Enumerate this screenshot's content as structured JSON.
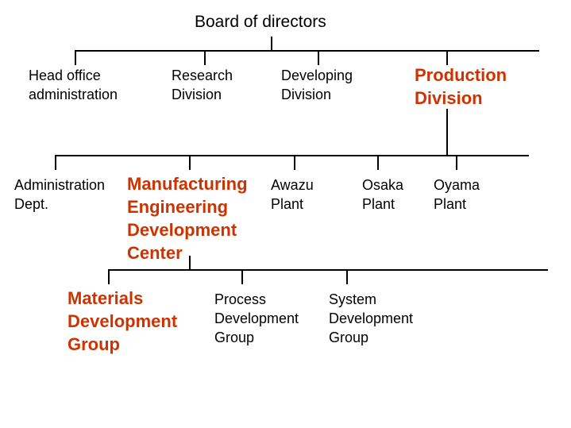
{
  "colors": {
    "highlight": "#cc3300",
    "text": "#000000"
  },
  "board": "Board of directors",
  "divisions": [
    "Head office\nadministration",
    "Research\nDivision",
    "Developing\nDivision",
    "Production\nDivision"
  ],
  "production_units": [
    "Administration\nDept.",
    "Manufacturing\nEngineering\nDevelopment\nCenter",
    "Awazu\nPlant",
    "Osaka\nPlant",
    "Oyama\nPlant"
  ],
  "center_groups": [
    "Materials\nDevelopment\nGroup",
    "Process\nDevelopment\nGroup",
    "System\nDevelopment\nGroup"
  ]
}
